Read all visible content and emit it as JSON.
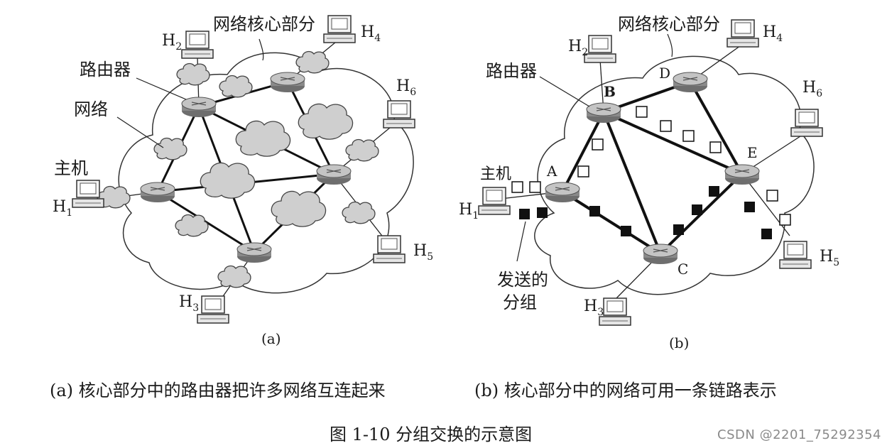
{
  "left": {
    "labels": {
      "core": "网络核心部分",
      "router": "路由器",
      "network": "网络",
      "host": "主机",
      "h1": "H",
      "h1s": "1",
      "h2": "H",
      "h2s": "2",
      "h3": "H",
      "h3s": "3",
      "h4": "H",
      "h4s": "4",
      "h5": "H",
      "h5s": "5",
      "h6": "H",
      "h6s": "6"
    },
    "panel": "(a)",
    "caption": "(a)  核心部分中的路由器把许多网络互连起来"
  },
  "right": {
    "labels": {
      "core": "网络核心部分",
      "router": "路由器",
      "host": "主机",
      "sent1": "发送的",
      "sent2": "分组",
      "A": "A",
      "B": "B",
      "C": "C",
      "D": "D",
      "E": "E",
      "h1": "H",
      "h1s": "1",
      "h2": "H",
      "h2s": "2",
      "h3": "H",
      "h3s": "3",
      "h4": "H",
      "h4s": "4",
      "h5": "H",
      "h5s": "5",
      "h6": "H",
      "h6s": "6"
    },
    "panel": "(b)",
    "caption": "(b)  核心部分中的网络可用一条链路表示"
  },
  "figure_title": "图 1-10    分组交换的示意图",
  "watermark": "CSDN @2201_75292354",
  "colors": {
    "ink": "#1a1a1a",
    "cloud": "#cfcfcf",
    "router": "#9a9a9a",
    "packet_filled": "#111111"
  }
}
